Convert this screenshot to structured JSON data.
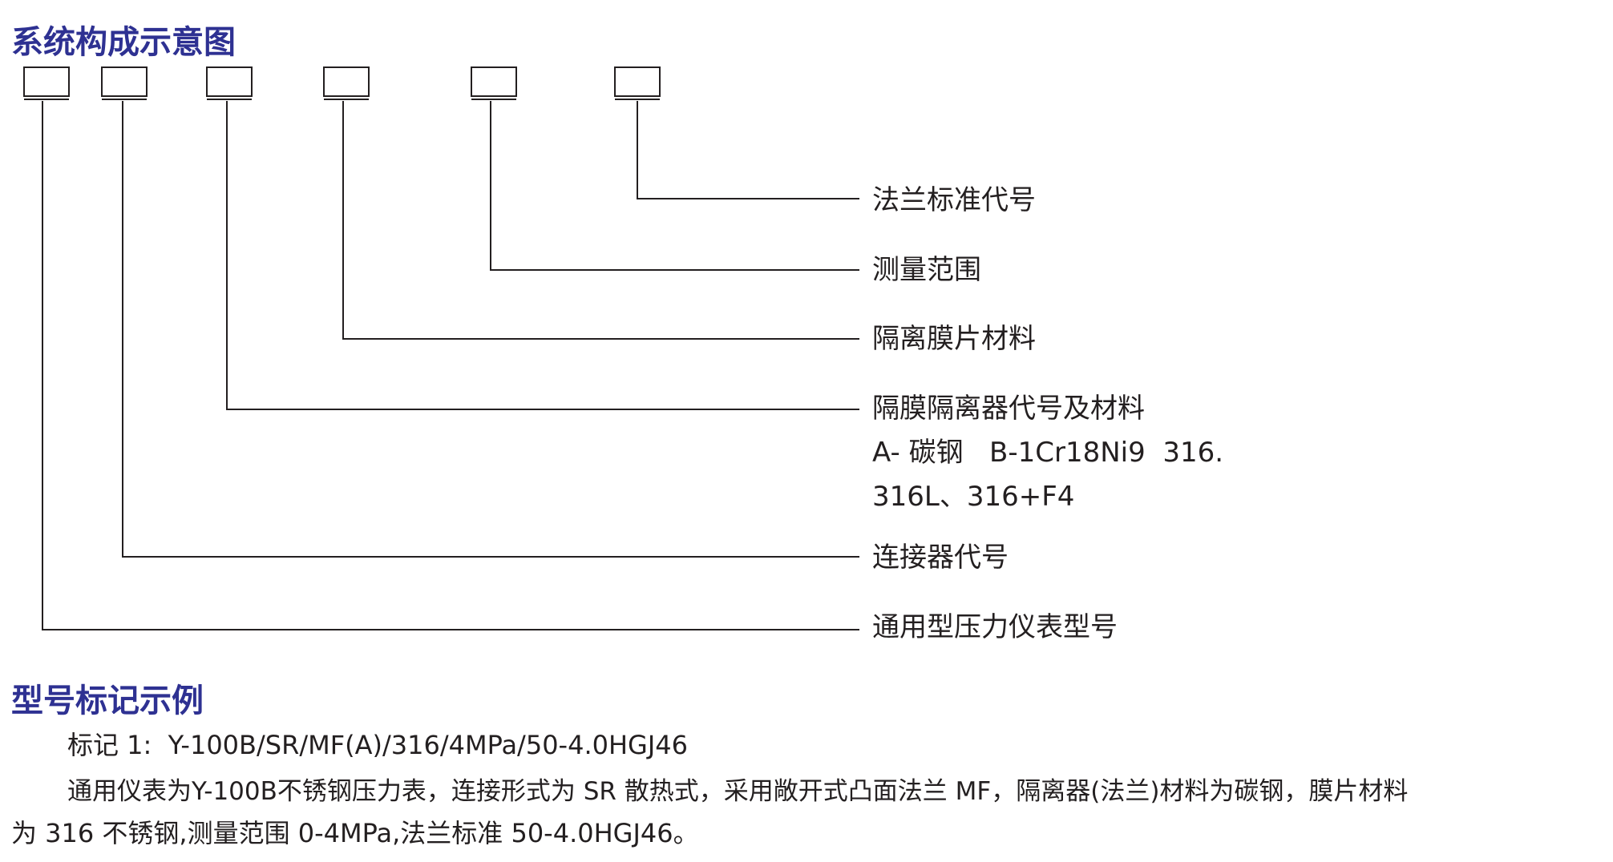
{
  "section1": {
    "title": "系统构成示意图"
  },
  "diagram": {
    "labels": [
      "法兰标准代号",
      "测量范围",
      "隔离膜片材料",
      "隔膜隔离器代号及材料",
      "通用型压力仪表型号",
      "连接器代号"
    ],
    "material_options_line1": "A- 碳钢   B-1Cr18Ni9  316.",
    "material_options_line2": "316L、316+F4"
  },
  "section2": {
    "title": "型号标记示例",
    "example_label": "标记 1:  Y-100B/SR/MF(A)/316/4MPa/50-4.0HGJ46",
    "description_line1": "通用仪表为Y-100B不锈钢压力表，连接形式为 SR 散热式，采用敞开式凸面法兰 MF，隔离器(法兰)材料为碳钢，膜片材料",
    "description_line2": "为 316 不锈钢,测量范围 0-4MPa,法兰标准 50-4.0HGJ46。"
  }
}
